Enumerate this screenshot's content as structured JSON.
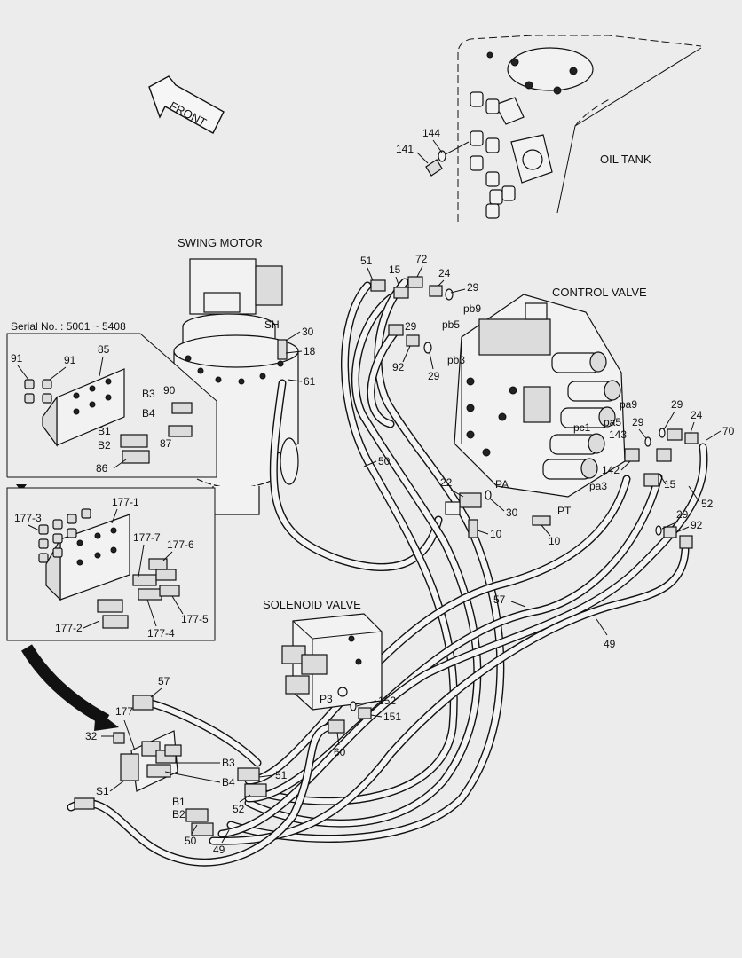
{
  "title_labels": {
    "front": "FRONT",
    "oil_tank": "OIL TANK",
    "swing_motor": "SWING MOTOR",
    "control_valve": "CONTROL VALVE",
    "solenoid_valve": "SOLENOID VALVE",
    "serial_no": "Serial No. : 5001 ~ 5408"
  },
  "ports": {
    "sh": "SH",
    "pb9": "pb9",
    "pb5": "pb5",
    "pb3": "pb3",
    "pa9": "pa9",
    "pa5": "pa5",
    "pc1": "pc1",
    "pa3": "pa3",
    "pa": "PA",
    "pt": "PT",
    "p3": "P3",
    "b3": "B3",
    "b4": "B4",
    "b1": "B1",
    "b2": "B2",
    "s1": "S1"
  },
  "callouts": {
    "c144": "144",
    "c141": "141",
    "c51": "51",
    "c15": "15",
    "c72": "72",
    "c24": "24",
    "c29": "29",
    "c30": "30",
    "c18": "18",
    "c61": "61",
    "c29b": "29",
    "c92": "92",
    "c29c": "29",
    "c50": "50",
    "c22": "22",
    "c30b": "30",
    "c10": "10",
    "c10b": "10",
    "c29d": "29",
    "c24b": "24",
    "c70": "70",
    "c29e": "29",
    "c143": "143",
    "c142": "142",
    "c15b": "15",
    "c52": "52",
    "c29f": "29",
    "c92b": "92",
    "c57": "57",
    "c49": "49",
    "c91a": "91",
    "c91b": "91",
    "c85": "85",
    "c90": "90",
    "c87": "87",
    "c86": "86",
    "c177_1": "177-1",
    "c177_3": "177-3",
    "c177_7": "177-7",
    "c177_6": "177-6",
    "c177_2": "177-2",
    "c177_4": "177-4",
    "c177_5": "177-5",
    "c57b": "57",
    "c177": "177",
    "c32": "32",
    "c152": "152",
    "c151": "151",
    "c60": "60",
    "c51b": "51",
    "c52b": "52",
    "c50b": "50",
    "c49b": "49"
  }
}
